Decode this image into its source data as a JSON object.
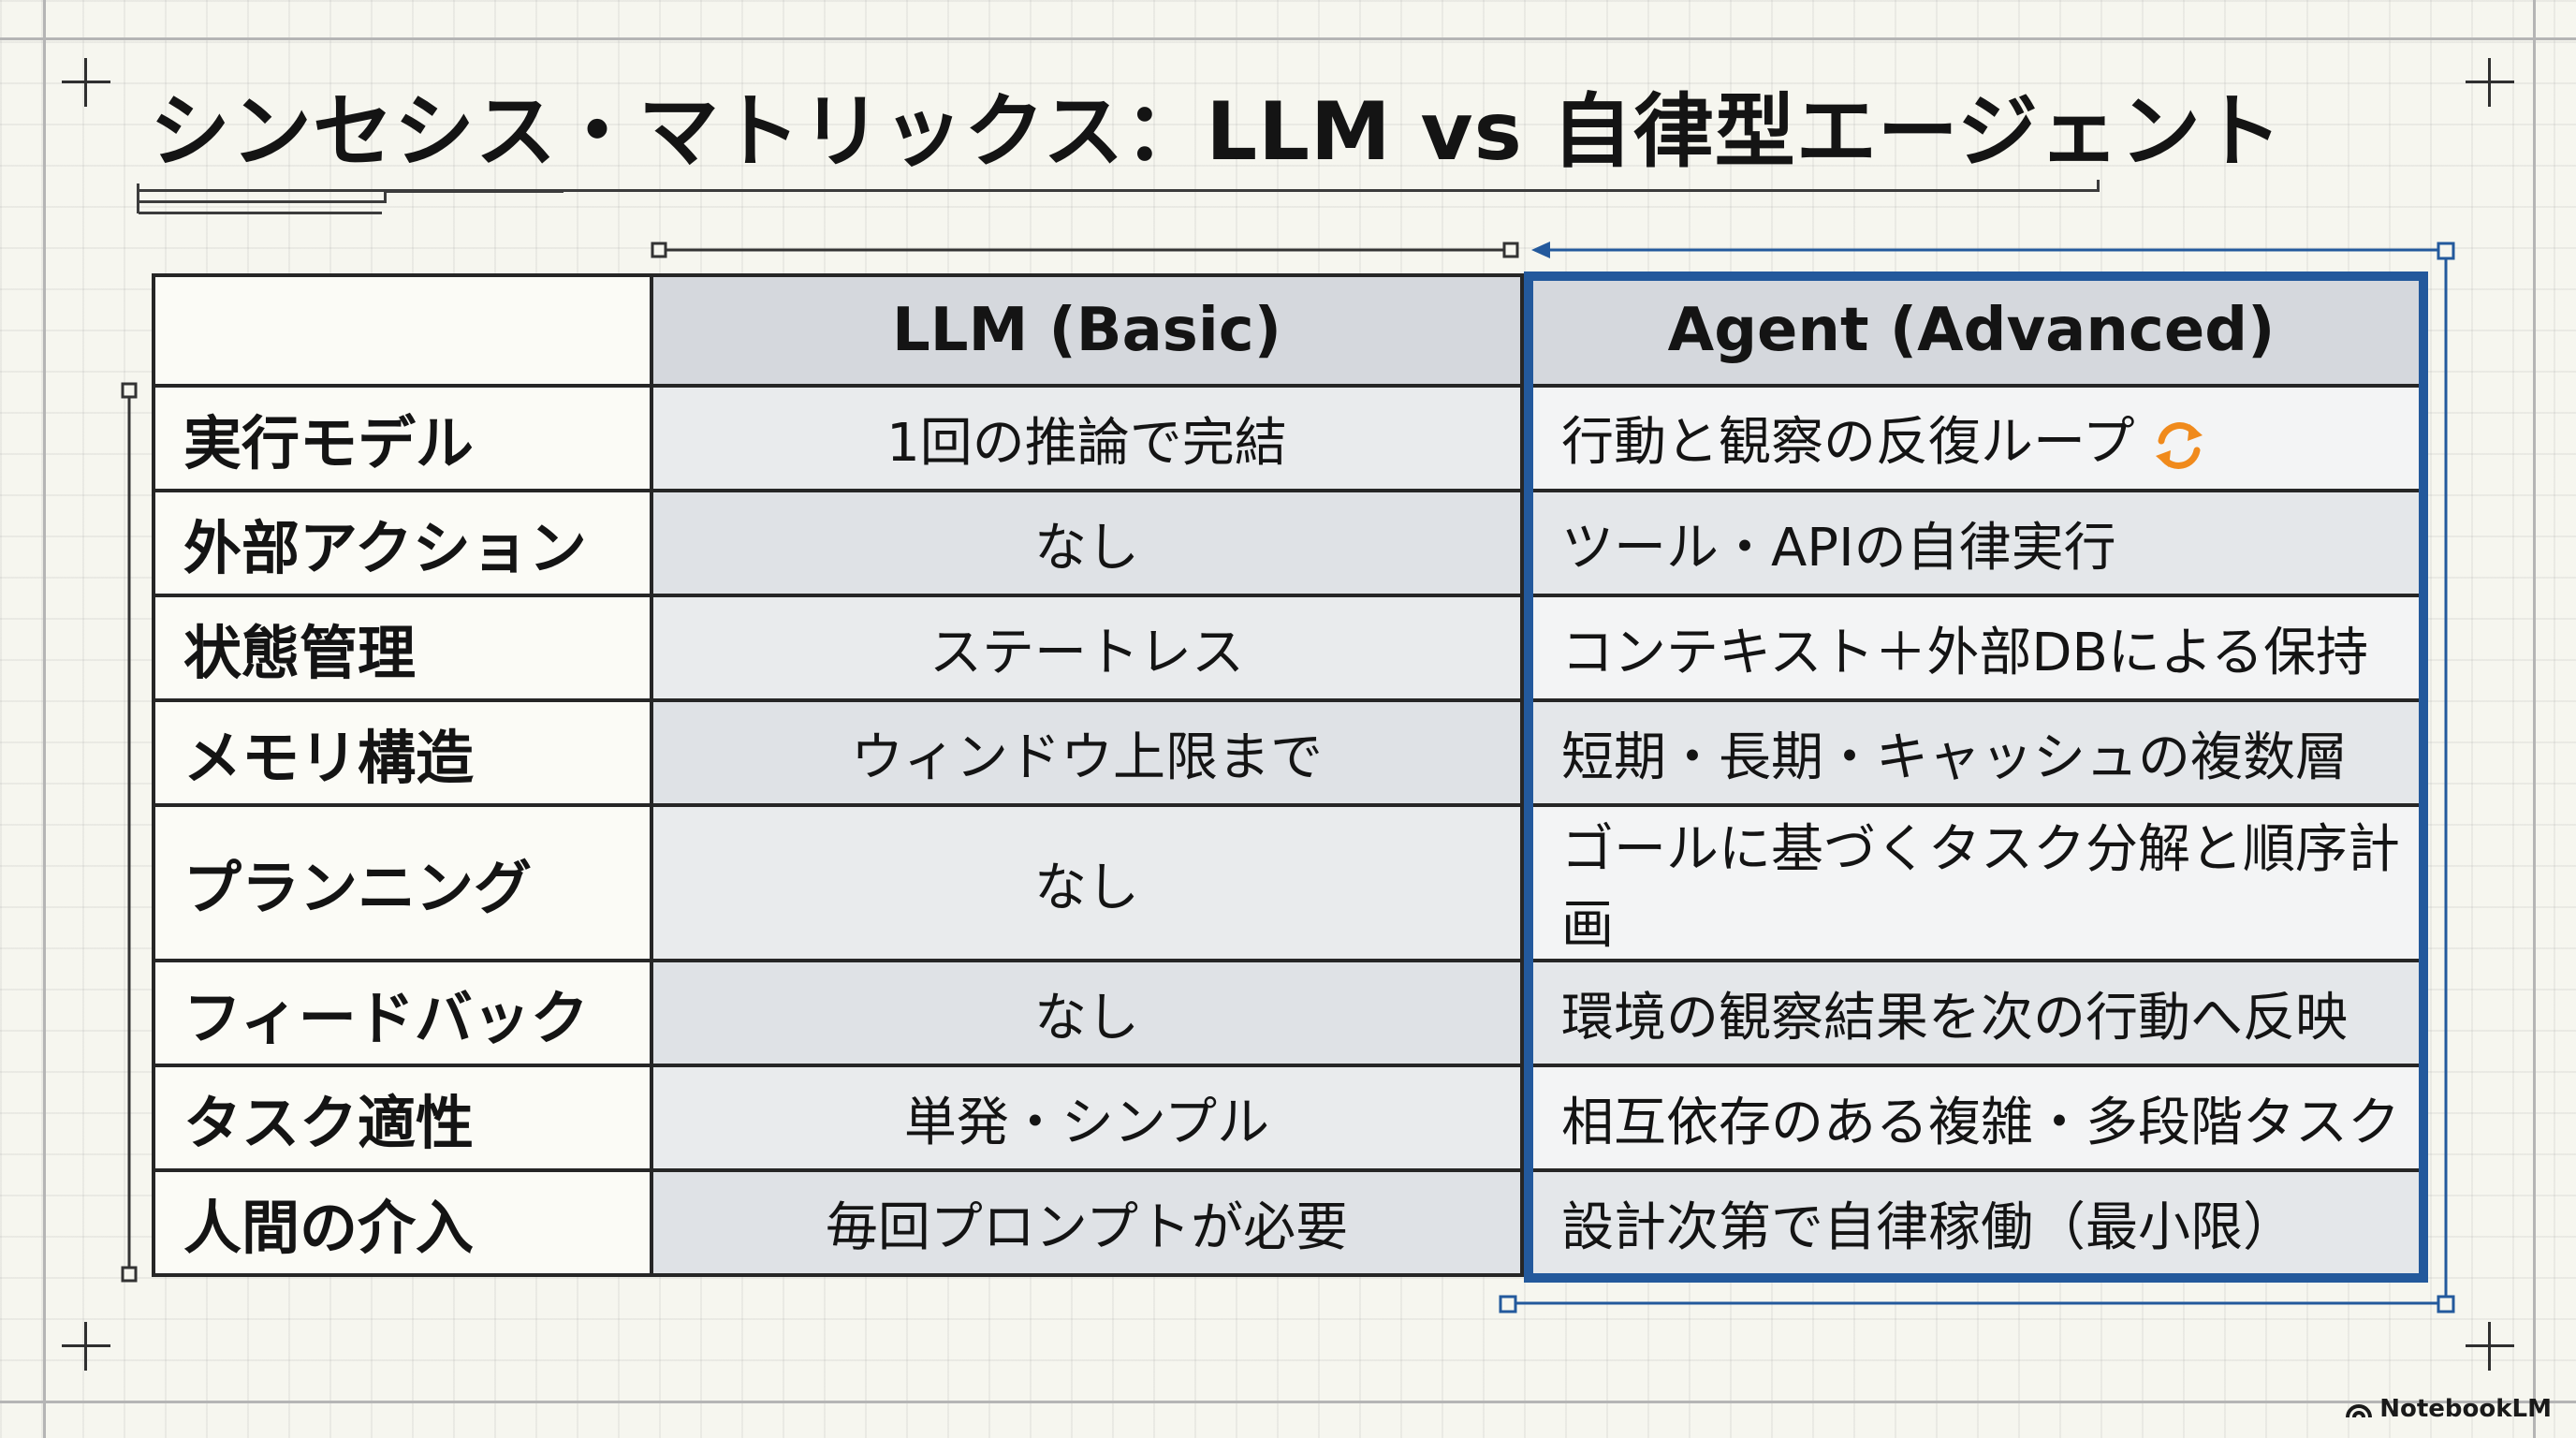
{
  "title": "シンセシス・マトリックス：LLM vs 自律型エージェント",
  "table": {
    "headers": {
      "llm": "LLM (Basic)",
      "agent": "Agent (Advanced)"
    },
    "rows": [
      {
        "label": "実行モデル",
        "llm": "1回の推論で完結",
        "agent": "行動と観察の反復ループ",
        "icon": "refresh-icon"
      },
      {
        "label": "外部アクション",
        "llm": "なし",
        "agent": "ツール・APIの自律実行"
      },
      {
        "label": "状態管理",
        "llm": "ステートレス",
        "agent": "コンテキスト＋外部DBによる保持"
      },
      {
        "label": "メモリ構造",
        "llm": "ウィンドウ上限まで",
        "agent": "短期・長期・キャッシュの複数層"
      },
      {
        "label": "プランニング",
        "llm": "なし",
        "agent": "ゴールに基づくタスク分解と順序計画"
      },
      {
        "label": "フィードバック",
        "llm": "なし",
        "agent": "環境の観察結果を次の行動へ反映"
      },
      {
        "label": "タスク適性",
        "llm": "単発・シンプル",
        "agent": "相互依存のある複雑・多段階タスク"
      },
      {
        "label": "人間の介入",
        "llm": "毎回プロンプトが必要",
        "agent": "設計次第で自律稼働（最小限）"
      }
    ]
  },
  "watermark": "NotebookLM",
  "colors": {
    "agent_highlight": "#23599c",
    "loop_icon": "#f08a1c"
  }
}
